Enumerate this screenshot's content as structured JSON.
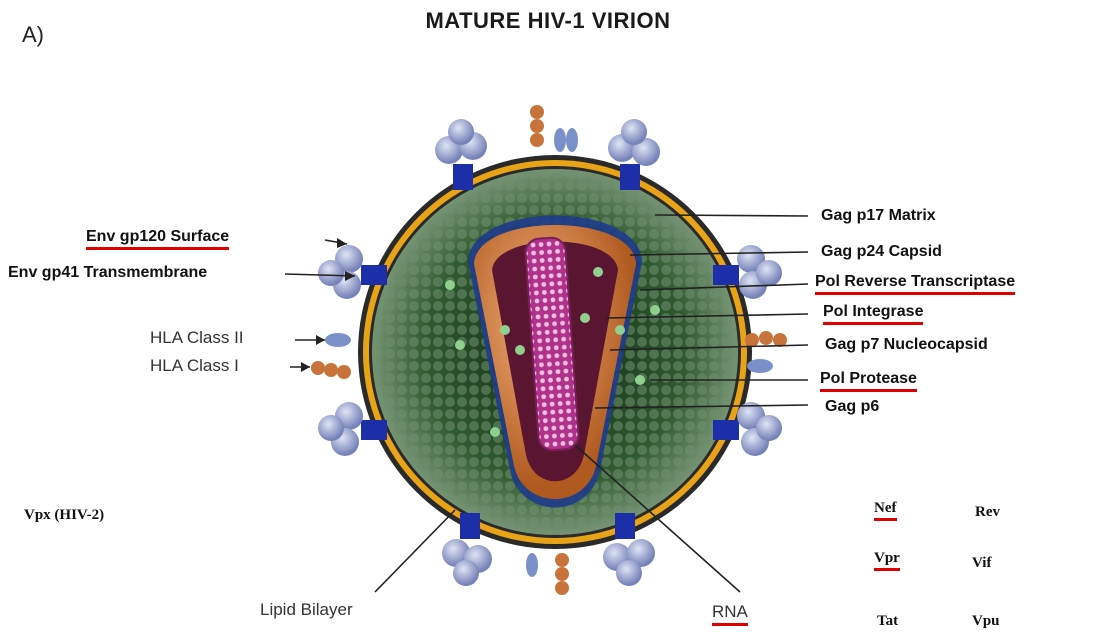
{
  "panel_label": "A)",
  "title": "MATURE HIV-1 VIRION",
  "labels_left": {
    "env_gp120": "Env gp120 Surface",
    "env_gp41": "Env gp41 Transmembrane",
    "hla_class_2": "HLA Class II",
    "hla_class_1": "HLA Class I",
    "vpx": "Vpx (HIV-2)"
  },
  "labels_right": {
    "gag_p17": "Gag p17 Matrix",
    "gag_p24": "Gag p24 Capsid",
    "pol_rt": "Pol Reverse Transcriptase",
    "pol_integrase": "Pol Integrase",
    "gag_p7": "Gag p7 Nucleocapsid",
    "pol_protease": "Pol Protease",
    "gag_p6": "Gag p6"
  },
  "labels_bottom": {
    "lipid_bilayer": "Lipid Bilayer",
    "rna": "RNA"
  },
  "accessory_proteins": {
    "nef": "Nef",
    "rev": "Rev",
    "vpr": "Vpr",
    "vif": "Vif",
    "tat": "Tat",
    "vpu": "Vpu"
  },
  "colors": {
    "underline": "#e00000",
    "lipid_bilayer": "#e8a317",
    "matrix_fill": "#2f5a2f",
    "capsid": "#c8733a",
    "rna": "#b0308a",
    "env": "#1c2fa8",
    "gp120": "#8f9dc9"
  }
}
